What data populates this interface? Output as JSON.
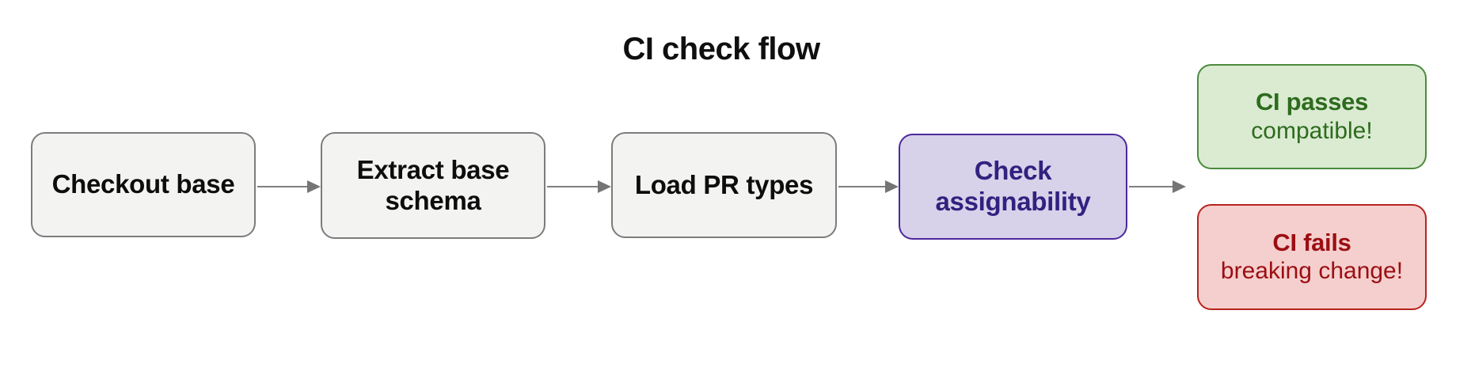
{
  "title": "CI check flow",
  "colors": {
    "background": "#ffffff",
    "neutral_fill": "#f3f3f1",
    "neutral_border": "#7c7c7c",
    "neutral_text": "#0d0d0d",
    "active_fill": "#d8d1ea",
    "active_border": "#4c2a9c",
    "active_text": "#32217f",
    "success_fill": "#daebd2",
    "success_border": "#4c8a3c",
    "success_text": "#2e6b1e",
    "failure_fill": "#f5cfcd",
    "failure_border": "#b7231d",
    "failure_text": "#9b0e13",
    "arrow": "#7f7f7f"
  },
  "flow": {
    "steps": [
      {
        "id": "checkout-base",
        "label": "Checkout base",
        "variant": "neutral"
      },
      {
        "id": "extract-base-schema",
        "label": "Extract base schema",
        "variant": "neutral"
      },
      {
        "id": "load-pr-types",
        "label": "Load PR types",
        "variant": "neutral"
      },
      {
        "id": "check-assignability",
        "label": "Check assignability",
        "variant": "active"
      }
    ],
    "outcomes": [
      {
        "id": "ci-passes",
        "label": "CI passes",
        "sublabel": "compatible!",
        "variant": "success"
      },
      {
        "id": "ci-fails",
        "label": "CI fails",
        "sublabel": "breaking change!",
        "variant": "failure"
      }
    ]
  }
}
